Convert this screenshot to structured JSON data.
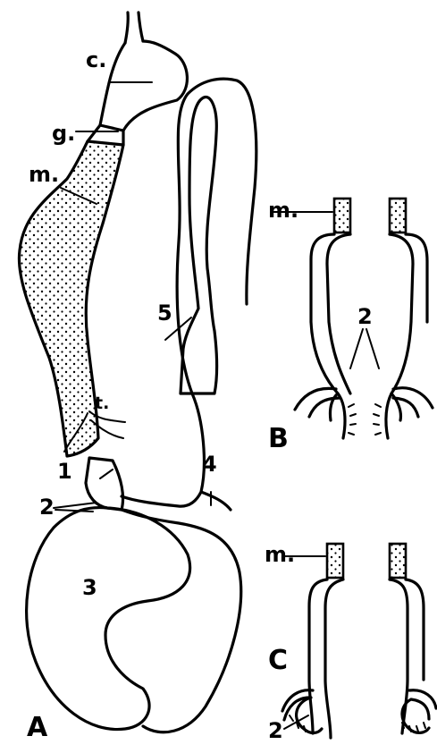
{
  "figure": {
    "panel_labels": {
      "a": "A",
      "b": "B",
      "c": "C"
    },
    "labels": {
      "c": "c.",
      "g": "g.",
      "m": "m.",
      "t": "t.",
      "n1": "1",
      "n2": "2",
      "n3": "3",
      "n4": "4",
      "n5": "5",
      "b_m": "m.",
      "b_2": "2",
      "c_m": "m.",
      "c_2": "2"
    }
  }
}
